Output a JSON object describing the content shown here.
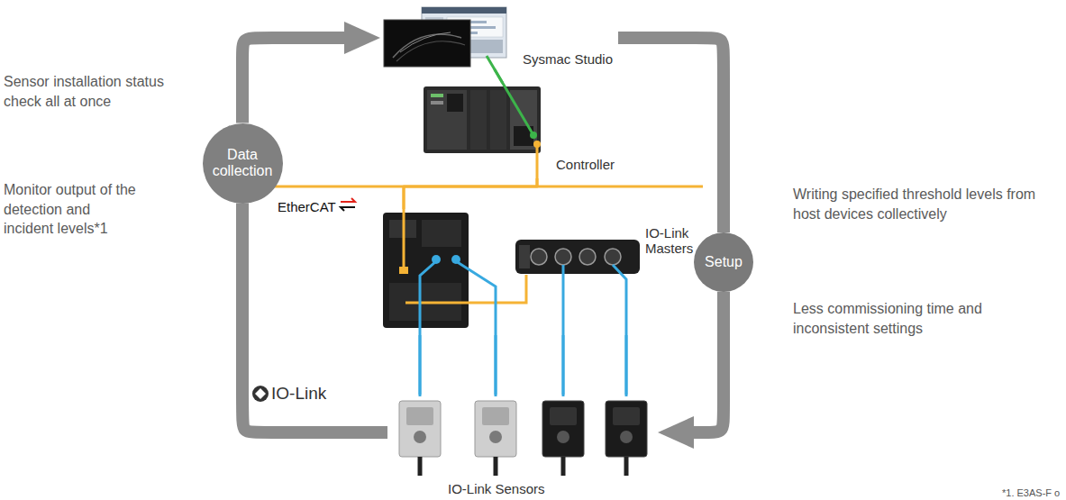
{
  "diagram": {
    "nodes": [
      {
        "text": [
          "Sysmac Studio"
        ]
      },
      {
        "text": [
          "Controller"
        ]
      },
      {
        "text": [
          "IO-Link Masters"
        ]
      },
      {
        "text": [
          "IO-Link Sensors"
        ]
      },
      {
        "text": [
          "Data collection"
        ]
      },
      {
        "text": [
          "Setup"
        ]
      }
    ],
    "edges": [
      {
        "from": 3,
        "to": 4,
        "arrow": "none"
      },
      {
        "from": 4,
        "to": 0,
        "arrow": "to"
      },
      {
        "from": 0,
        "to": 5,
        "arrow": "none"
      },
      {
        "from": 5,
        "to": 3,
        "arrow": "to"
      },
      {
        "from": 0,
        "to": 1,
        "arrow": "none"
      },
      {
        "from": 1,
        "to": 2,
        "arrow": "none"
      },
      {
        "from": 2,
        "to": 3,
        "arrow": "none"
      }
    ],
    "labels": [
      "Sensor installation status check all at once",
      "Monitor output of the detection and incident levels*1",
      "Writing specified threshold levels from host devices collectively",
      "Less commissioning time and inconsistent settings",
      "EtherCAT",
      "IO-Link",
      "*1. E3AS-F o"
    ]
  }
}
